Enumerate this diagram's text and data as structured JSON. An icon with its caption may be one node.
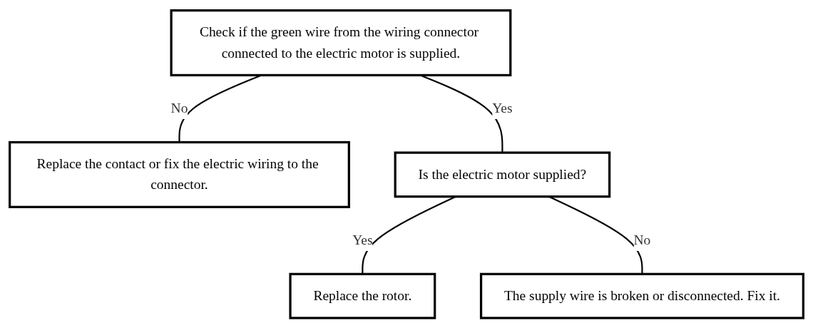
{
  "diagram": {
    "nodes": [
      {
        "text": [
          "Check if the green wire from the wiring connector connected to the electric motor is supplied."
        ]
      },
      {
        "text": [
          "Replace the contact or fix the electric wiring to the connector."
        ]
      },
      {
        "text": [
          "Is the electric motor supplied?"
        ]
      },
      {
        "text": [
          "Replace the rotor."
        ]
      },
      {
        "text": [
          "The supply wire is broken or disconnected. Fix it."
        ]
      }
    ],
    "edges": [
      {
        "from": 0,
        "to": 1,
        "arrow": "none",
        "label": "No"
      },
      {
        "from": 0,
        "to": 2,
        "arrow": "none",
        "label": "Yes"
      },
      {
        "from": 2,
        "to": 3,
        "arrow": "none",
        "label": "Yes"
      },
      {
        "from": 2,
        "to": 4,
        "arrow": "none",
        "label": "No"
      }
    ]
  }
}
